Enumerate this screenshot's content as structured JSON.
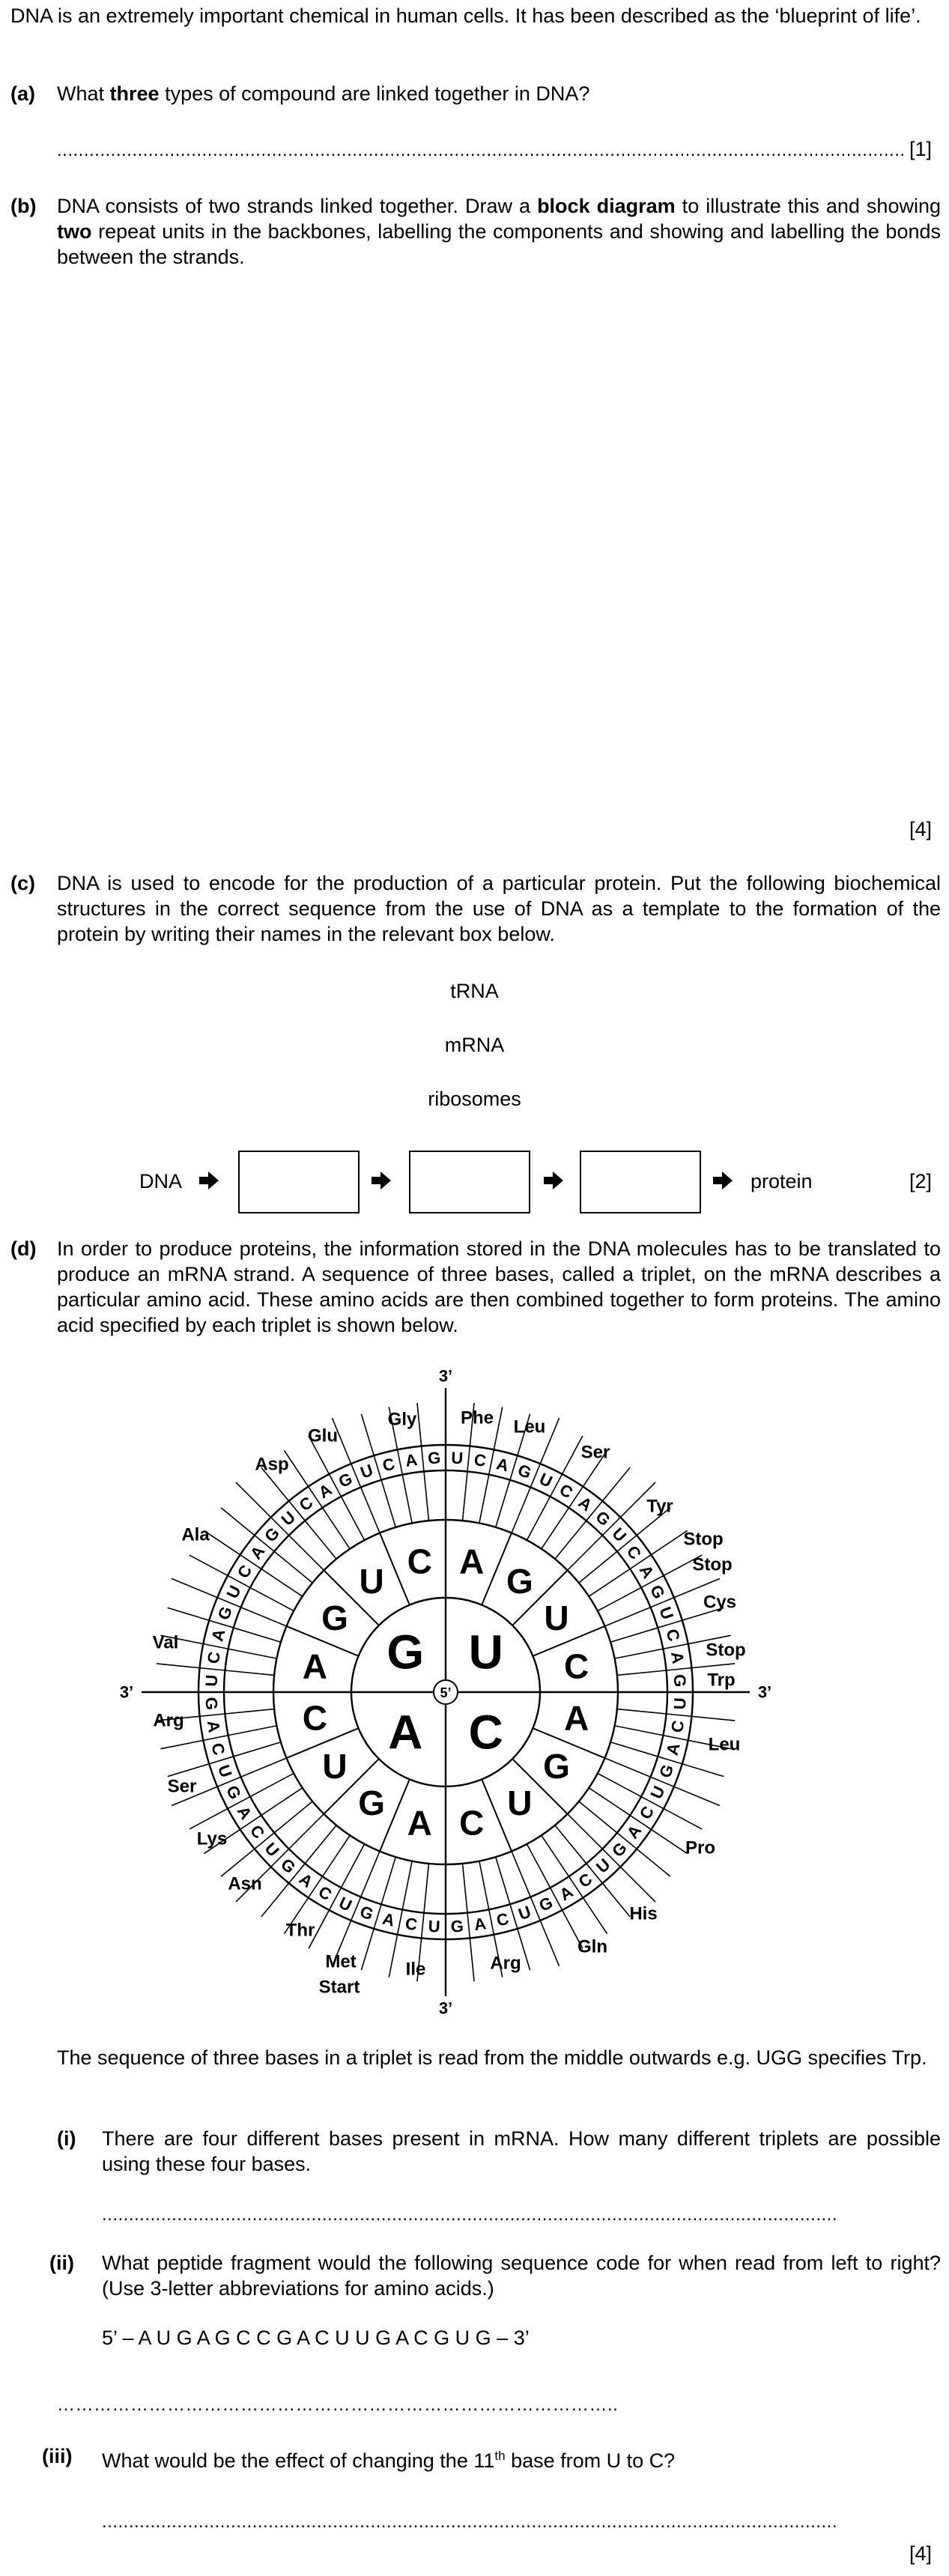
{
  "intro": "DNA is an extremely important chemical in human cells. It has been described as the ‘blueprint of life’.",
  "qa": {
    "label": "(a)",
    "text_pre": "What ",
    "text_bold": "three",
    "text_post": " types of compound are linked together in DNA?",
    "answer_line": "...............................................................................................................................................................",
    "marks": "[1]"
  },
  "qb": {
    "label": "(b)",
    "t1": "DNA consists of two strands linked together. Draw a ",
    "t2": "block diagram",
    "t3": " to illustrate this and showing ",
    "t4": "two",
    "t5": " repeat units in the backbones, labelling the components and showing and labelling the bonds between the strands.",
    "marks": "[4]"
  },
  "qc": {
    "label": "(c)",
    "text": "DNA is used to encode for the production of a particular protein. Put the following biochemical structures in the correct sequence from the use of DNA as a template to the formation of the protein by writing their names in the relevant box below.",
    "options": [
      "tRNA",
      "mRNA",
      "ribosomes"
    ],
    "start": "DNA",
    "end": "protein",
    "marks": "[2]"
  },
  "qd": {
    "label": "(d)",
    "text": "In order to produce proteins, the information stored in the DNA molecules has to be translated to produce an mRNA strand. A sequence of three bases, called a triplet, on the mRNA describes a particular amino acid. These amino acids are then combined together to form proteins. The amino acid specified by each triplet is shown below.",
    "after_wheel": "The sequence of three bases in a triplet is read from the middle outwards e.g. UGG specifies Trp.",
    "i": {
      "label": "(i)",
      "text": "There are four different bases present in mRNA. How many different triplets are possible using these four bases.",
      "answer_line": "........................................................................................................................................."
    },
    "ii": {
      "label": "(ii)",
      "text": "What peptide fragment would the following sequence code for when read from left to right? (Use 3-letter abbreviations for amino acids.)",
      "sequence": "5’ – A U G A G C C G A C U U G A C G U G – 3’",
      "answer_line": "……………………………………………………………………………….."
    },
    "iii": {
      "label": "(iii)",
      "text_pre": "What would be the effect of changing the 11",
      "sup": "th",
      "text_post": " base from U to C?",
      "answer_line": ".........................................................................................................................................",
      "marks": "[4]"
    }
  },
  "wheel": {
    "center": "5’",
    "end_labels": [
      "3’",
      "3’",
      "3’",
      "3’"
    ],
    "first": [
      "G",
      "U",
      "A",
      "C"
    ],
    "second": [
      "A",
      "G",
      "U",
      "C",
      "A",
      "G",
      "U",
      "C",
      "A",
      "G",
      "U",
      "C",
      "A",
      "G",
      "U",
      "C"
    ],
    "third": [
      "U",
      "C",
      "A",
      "G",
      "U",
      "C",
      "A",
      "G",
      "U",
      "C",
      "A",
      "G",
      "U",
      "C",
      "A",
      "G",
      "U",
      "C",
      "A",
      "G",
      "U",
      "C",
      "A",
      "G",
      "U",
      "C",
      "A",
      "G",
      "U",
      "C",
      "A",
      "G",
      "U",
      "C",
      "A",
      "G",
      "U",
      "C",
      "A",
      "G",
      "U",
      "C",
      "A",
      "G",
      "U",
      "C",
      "A",
      "G",
      "U",
      "C",
      "A",
      "G",
      "U",
      "C",
      "A",
      "G",
      "U",
      "C",
      "A",
      "G",
      "U",
      "C",
      "A",
      "G"
    ],
    "amino": [
      "Gly",
      "Phe",
      "Leu",
      "Ser",
      "Tyr",
      "Stop",
      "Stop",
      "Cys",
      "Stop",
      "Trp",
      "Leu",
      "Pro",
      "His",
      "Gln",
      "Arg",
      "Ile",
      "Met",
      "Start",
      "Thr",
      "Asn",
      "Lys",
      "Ser",
      "Arg",
      "Val",
      "Ala",
      "Asp",
      "Glu"
    ]
  }
}
